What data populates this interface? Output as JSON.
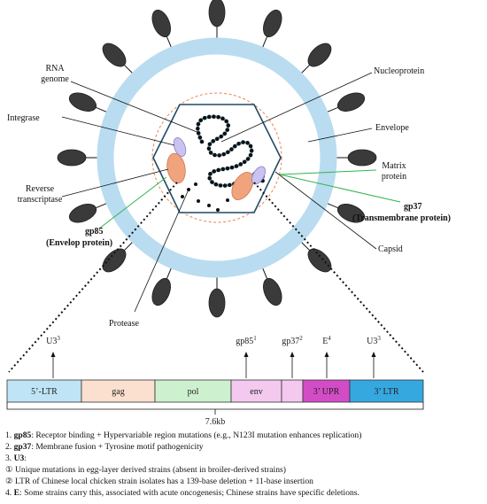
{
  "virion_labels": {
    "rna_genome": [
      "RNA",
      "genome"
    ],
    "integrase": "Integrase",
    "reverse_transcriptase": [
      "Reverse",
      "transcriptase"
    ],
    "gp85": [
      "gp85",
      "(Envelop protein)"
    ],
    "protease": "Protease",
    "nucleoprotein": "Nucleoprotein",
    "envelope": "Envelope",
    "matrix_protein": [
      "Matrix",
      "protein"
    ],
    "gp37": [
      "gp37",
      "(Transmembrane protein)"
    ],
    "capsid": "Capsid"
  },
  "genome": {
    "segments": [
      {
        "label": "5’-LTR",
        "color": "#bfe4f5"
      },
      {
        "label": "gag",
        "color": "#fbe0cf"
      },
      {
        "label": "pol",
        "color": "#cdf1cf"
      },
      {
        "label": "env",
        "color": "#f3c9ef"
      },
      {
        "label": "",
        "color": "#f3c9ef"
      },
      {
        "label": "3’ UPR",
        "color": "#d24cc6"
      },
      {
        "label": "3’ LTR",
        "color": "#35a8e0"
      }
    ],
    "markers": [
      {
        "name": "U3",
        "sup": "3"
      },
      {
        "name": "gp85",
        "sup": "1"
      },
      {
        "name": "gp37",
        "sup": "2"
      },
      {
        "name": "E",
        "sup": "4"
      },
      {
        "name": "U3",
        "sup": "3"
      }
    ],
    "length": "7.6kb"
  },
  "notes": [
    {
      "prefix": "1. ",
      "bold": "gp85",
      "text": ": Receptor binding + Hypervariable region mutations (e.g., N123I mutation enhances replication)"
    },
    {
      "prefix": "2. ",
      "bold": "gp37",
      "text": ": Membrane fusion + Tyrosine motif pathogenicity"
    },
    {
      "prefix": "3. ",
      "bold": "U3",
      "text": ":"
    },
    {
      "prefix": "",
      "bold": "",
      "text": "① Unique mutations in egg-layer derived strains (absent in broiler-derived strains)"
    },
    {
      "prefix": "",
      "bold": "",
      "text": "② LTR of Chinese local chicken strain isolates has a 139-base deletion + 11-base insertion"
    },
    {
      "prefix": "4. ",
      "bold": "E",
      "text": ": Some strains carry this, associated with acute oncogenesis; Chinese strains have specific deletions."
    }
  ],
  "colors": {
    "envelope_ring": "#b9dcf0",
    "spike": "#3a3a3a",
    "orange_protein": "#f0a37d",
    "lavender_protein": "#c9c3ef",
    "green_pointer": "#2fb44e",
    "dashed_ring": "#e8834e",
    "capsid_stroke": "#1f4a66"
  }
}
